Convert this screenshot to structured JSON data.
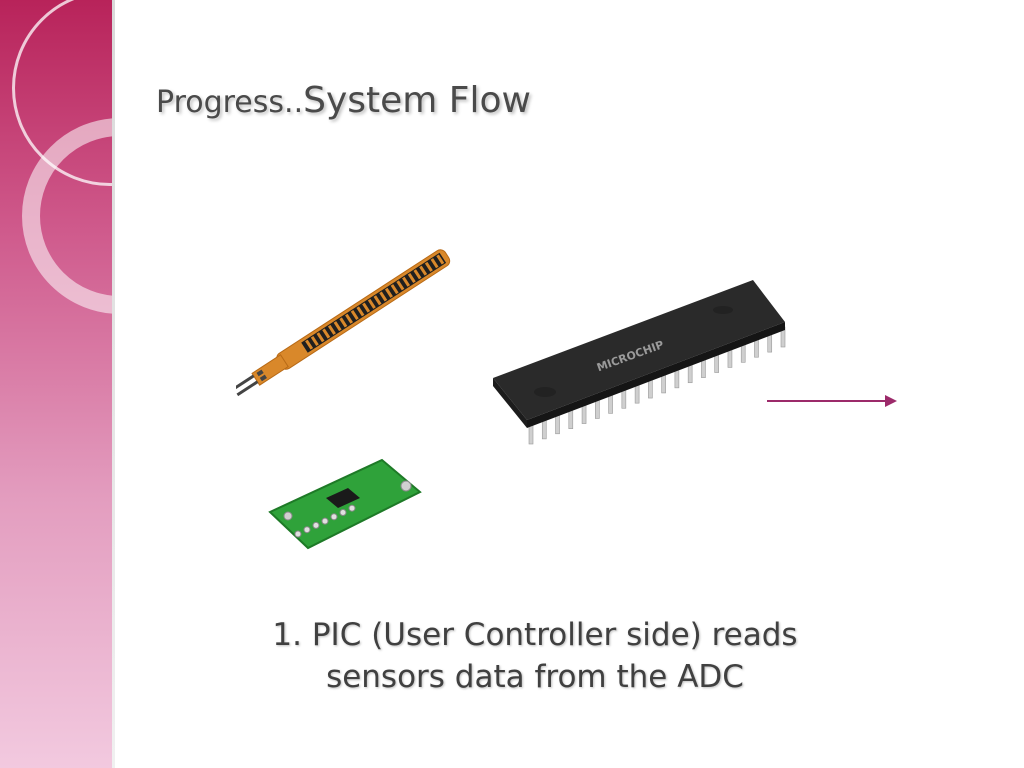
{
  "slide": {
    "title_part1": "Progress..",
    "title_part2": "System Flow",
    "caption_line1": "1. PIC (User Controller side) reads",
    "caption_line2": "sensors data from the ADC"
  },
  "colors": {
    "accent": "#b8235a",
    "arrow": "#9c2a6a",
    "text": "#404040"
  },
  "images": [
    {
      "name": "flex-sensor-image"
    },
    {
      "name": "pic-microcontroller-image",
      "chip_label": "MICROCHIP"
    },
    {
      "name": "accelerometer-board-image"
    }
  ]
}
